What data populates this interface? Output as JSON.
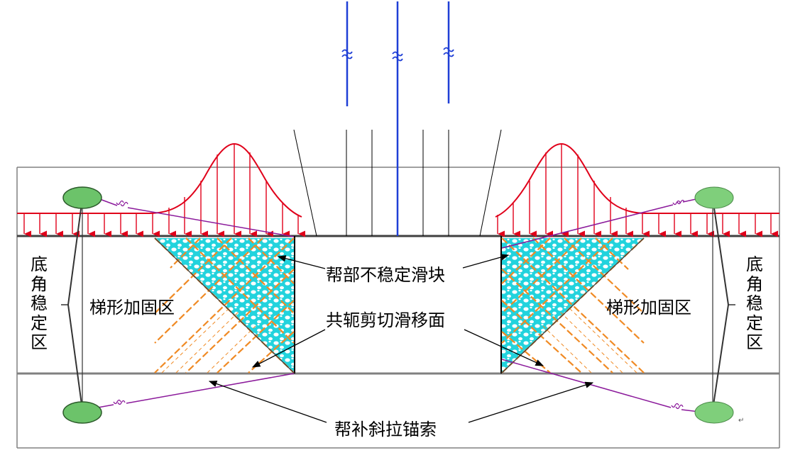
{
  "labels": {
    "corner_stable_left": "底角稳定区",
    "corner_stable_right": "底角稳定区",
    "trapezoid_left": "梯形加固区",
    "trapezoid_right": "梯形加固区",
    "unstable_block": "帮部不稳定滑块",
    "conjugate_shear": "共轭剪切滑移面",
    "anchor_cable": "帮补斜拉锚索"
  },
  "colors": {
    "stress": "#e0001a",
    "cable": "#8b1a9b",
    "blue_line": "#1f3fd6",
    "cyan_fill": "#27d7e0",
    "orange_hatch": "#f08a24",
    "anchor_green": "#6cc36a",
    "frame": "#808080"
  },
  "icons": {
    "break_mark": "wave-break-icon",
    "anchor": "ellipse-anchor-icon",
    "arrow": "arrowhead-icon"
  }
}
